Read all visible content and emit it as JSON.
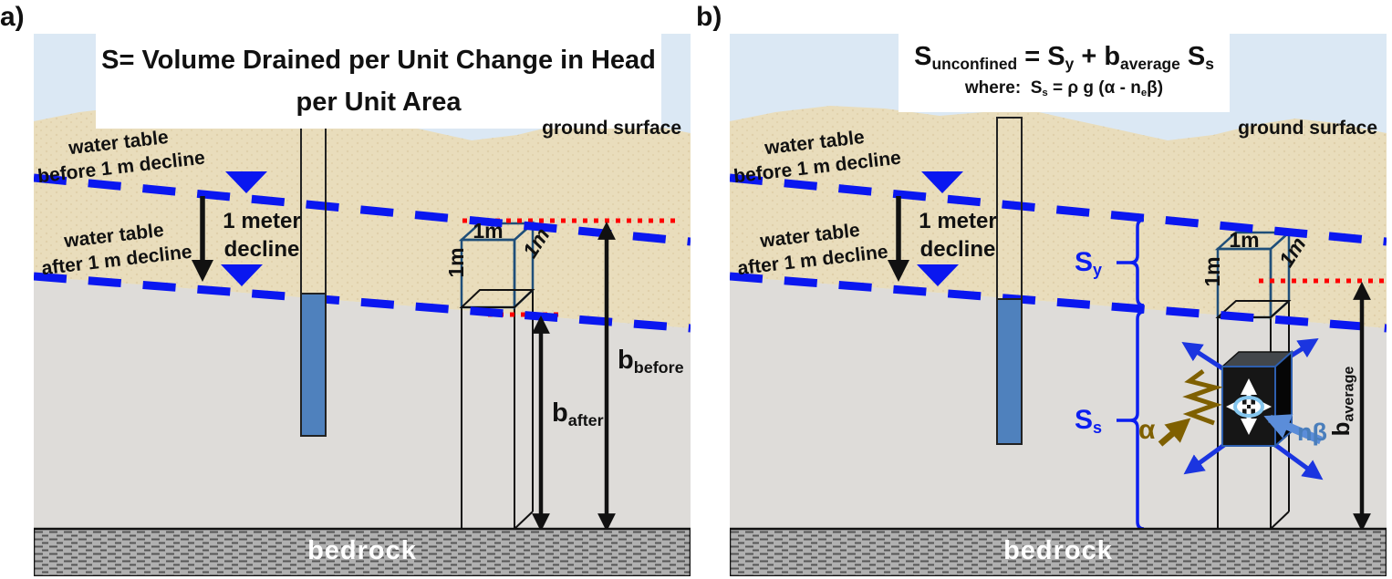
{
  "panels": {
    "a": {
      "tag": "a)",
      "title_line1": "S= Volume Drained per Unit Change in Head",
      "title_line2": "per Unit Area"
    },
    "b": {
      "tag": "b)",
      "formula": {
        "p1": "S",
        "p1sub": "unconfined",
        "p2": " = S",
        "p2sub": "y",
        "p3": " + b",
        "p3sub": "average",
        "p4": " S",
        "p4sub": "s"
      },
      "where": {
        "w1": "where:  S",
        "w1sub": "s",
        "w2": " = ρ g (α - n",
        "w2sub": "e",
        "w3": "β)"
      }
    }
  },
  "shared": {
    "water_table_before": {
      "line1": "water table",
      "line2": "before 1 m decline"
    },
    "water_table_after": {
      "line1": "water table",
      "line2": "after 1 m decline"
    },
    "decline": {
      "line1": "1 meter",
      "line2": "decline"
    },
    "ground_surface": "ground surface",
    "bedrock": "bedrock",
    "cube": {
      "top": "1m",
      "side": "1m",
      "slant": "1m"
    }
  },
  "annotations": {
    "b_before": {
      "base": "b",
      "sub": "before"
    },
    "b_after": {
      "base": "b",
      "sub": "after"
    },
    "b_average": {
      "base": "b",
      "sub": "average"
    },
    "sy": {
      "base": "S",
      "sub": "y"
    },
    "ss": {
      "base": "S",
      "sub": "s"
    },
    "alpha": "α",
    "nbeta": "nβ"
  },
  "colors": {
    "sky": "#dbe8f4",
    "sand": "#e9ddbc",
    "sand_speck": "#d8c59c",
    "saturated": "#dedcd9",
    "bedrock_gray": "#b0b0b0",
    "wt_blue": "#0a17f0",
    "well_blue": "#4f81bd",
    "red_dot": "#ff0000",
    "ann_blue": "#0b1ef0",
    "alpha_olive": "#7f6000",
    "nbeta_blue": "#4a7ebb",
    "ink": "#111111"
  }
}
